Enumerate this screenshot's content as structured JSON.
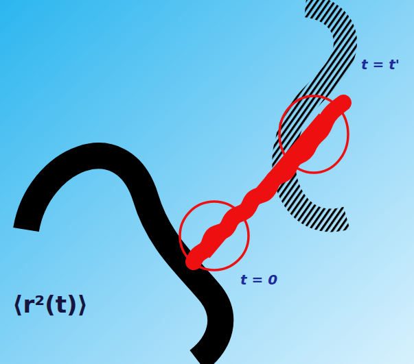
{
  "diagram": {
    "labels": [
      "t = t'",
      "t = 0",
      "⟨r²(t)⟩"
    ]
  }
}
